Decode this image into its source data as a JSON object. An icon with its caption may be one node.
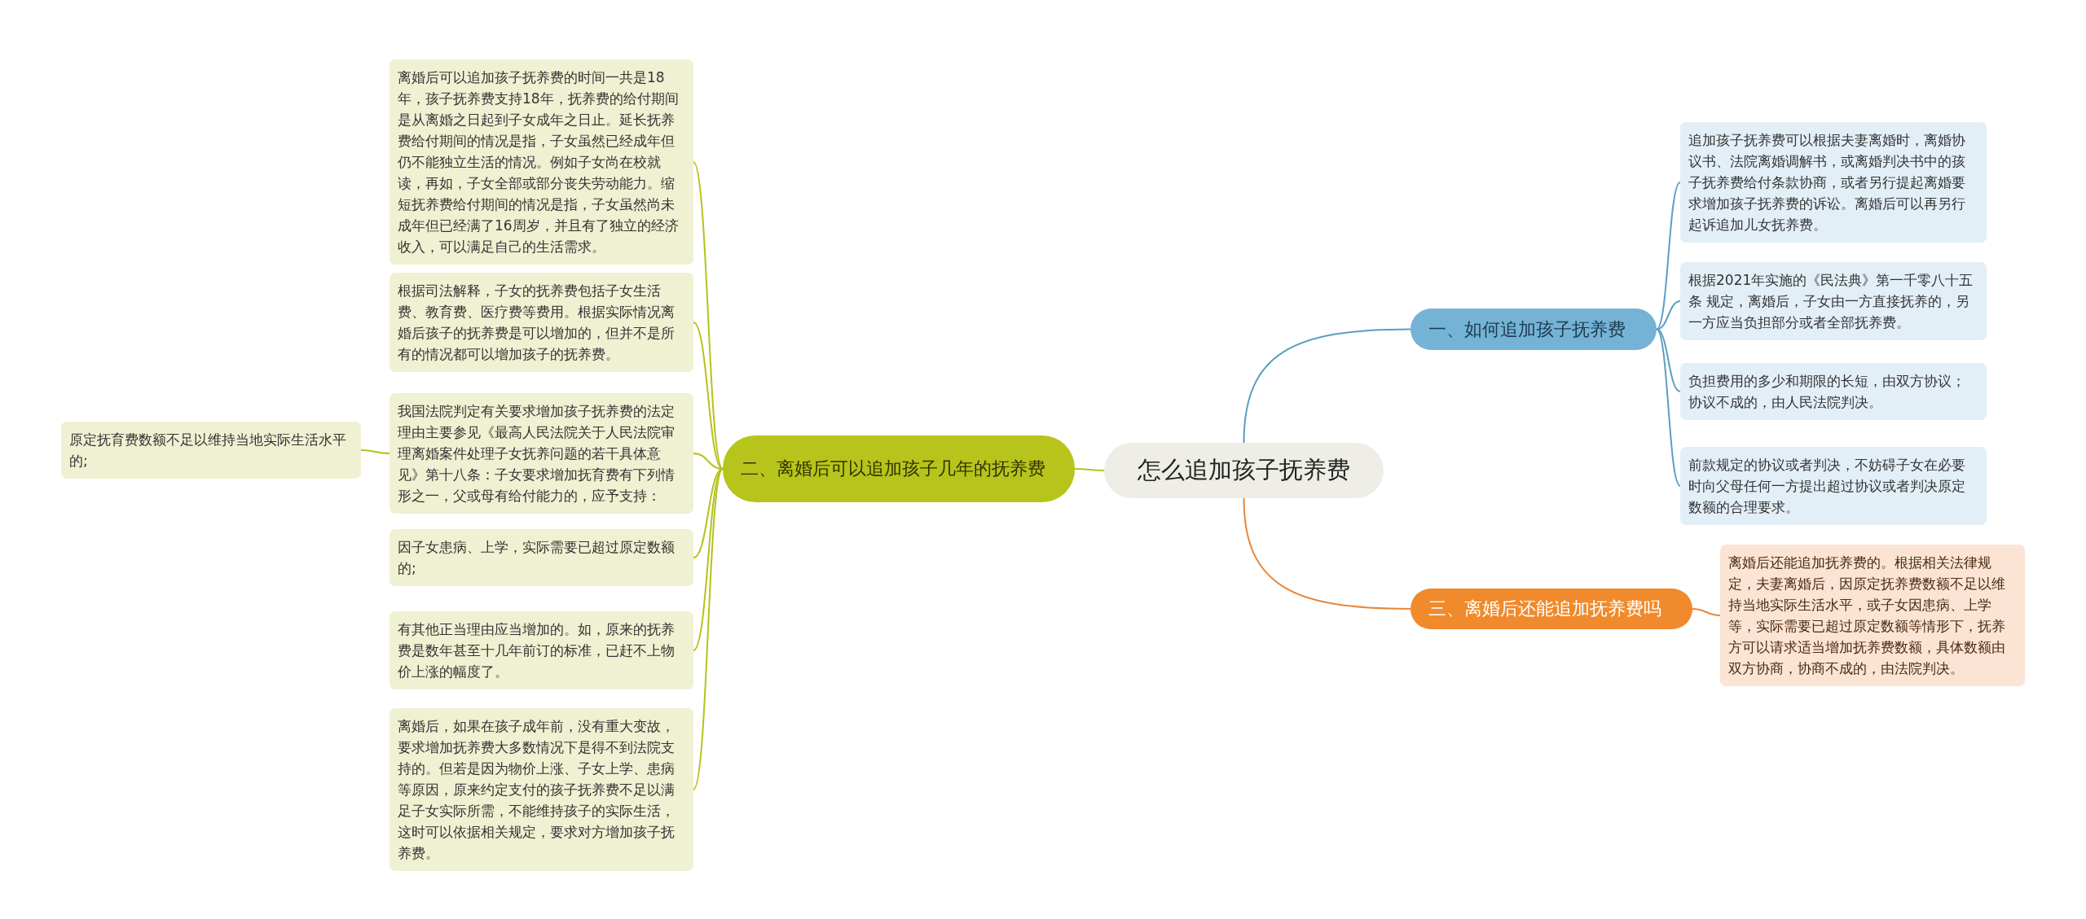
{
  "diagram": {
    "nodes": [
      {
        "text": [
          "怎么追加孩子抚养费"
        ]
      },
      {
        "text": [
          "一、如何追加孩子抚养费"
        ]
      },
      {
        "text": [
          "追加孩子抚养费可以根据夫妻离婚时，离婚协议书、法院离婚调解书，或离婚判决书中的孩子抚养费给付条款协商，或者另行提起离婚要求增加孩子抚养费的诉讼。离婚后可以再另行起诉追加儿女抚养费。"
        ]
      },
      {
        "text": [
          "根据2021年实施的《民法典》第一千零八十五条 规定，离婚后，子女由一方直接抚养的，另一方应当负担部分或者全部抚养费。"
        ]
      },
      {
        "text": [
          "负担费用的多少和期限的长短，由双方协议；协议不成的，由人民法院判决。"
        ]
      },
      {
        "text": [
          "前款规定的协议或者判决，不妨碍子女在必要时向父母任何一方提出超过协议或者判决原定数额的合理要求。"
        ]
      },
      {
        "text": [
          "三、离婚后还能追加抚养费吗"
        ]
      },
      {
        "text": [
          "离婚后还能追加抚养费的。根据相关法律规定，夫妻离婚后，因原定抚养费数额不足以维持当地实际生活水平，或子女因患病、上学等，实际需要已超过原定数额等情形下，抚养方可以请求适当增加抚养费数额，具体数额由双方协商，协商不成的，由法院判决。"
        ]
      },
      {
        "text": [
          "二、离婚后可以追加孩子几年的抚养费"
        ]
      },
      {
        "text": [
          "离婚后可以追加孩子抚养费的时间一共是18年，孩子抚养费支持18年，抚养费的给付期间是从离婚之日起到子女成年之日止。延长抚养费给付期间的情况是指，子女虽然已经成年但仍不能独立生活的情况。例如子女尚在校就读，再如，子女全部或部分丧失劳动能力。缩短抚养费给付期间的情况是指，子女虽然尚未成年但已经满了16周岁，并且有了独立的经济收入，可以满足自己的生活需求。"
        ]
      },
      {
        "text": [
          "根据司法解释，子女的抚养费包括子女生活费、教育费、医疗费等费用。根据实际情况离婚后孩子的抚养费是可以增加的，但并不是所有的情况都可以增加孩子的抚养费。"
        ]
      },
      {
        "text": [
          "我国法院判定有关要求增加孩子抚养费的法定理由主要参见《最高人民法院关于人民法院审理离婚案件处理子女抚养问题的若干具体意见》第十八条：子女要求增加抚育费有下列情形之一，父或母有给付能力的，应予支持："
        ]
      },
      {
        "text": [
          "因子女患病、上学，实际需要已超过原定数额的;"
        ]
      },
      {
        "text": [
          "有其他正当理由应当增加的。如，原来的抚养费是数年甚至十几年前订的标准，已赶不上物价上涨的幅度了。"
        ]
      },
      {
        "text": [
          "离婚后，如果在孩子成年前，没有重大变故，要求增加抚养费大多数情况下是得不到法院支持的。但若是因为物价上涨、子女上学、患病等原因，原来约定支付的孩子抚养费不足以满足子女实际所需，不能维持孩子的实际生活，这时可以依据相关规定，要求对方增加孩子抚养费。"
        ]
      },
      {
        "text": [
          "原定抚育费数额不足以维持当地实际生活水平的;"
        ]
      }
    ],
    "edges": [
      {
        "from": 0,
        "to": 1,
        "arrow": "none",
        "color": "#5b9fc2"
      },
      {
        "from": 1,
        "to": 2,
        "arrow": "none",
        "color": "#5b9fc2"
      },
      {
        "from": 1,
        "to": 3,
        "arrow": "none",
        "color": "#5b9fc2"
      },
      {
        "from": 1,
        "to": 4,
        "arrow": "none",
        "color": "#5b9fc2"
      },
      {
        "from": 1,
        "to": 5,
        "arrow": "none",
        "color": "#5b9fc2"
      },
      {
        "from": 0,
        "to": 6,
        "arrow": "none",
        "color": "#e8873a"
      },
      {
        "from": 6,
        "to": 7,
        "arrow": "none",
        "color": "#e8873a"
      },
      {
        "from": 0,
        "to": 8,
        "arrow": "none"
      },
      {
        "from": 8,
        "to": 9,
        "arrow": "none"
      },
      {
        "from": 8,
        "to": 10,
        "arrow": "none"
      },
      {
        "from": 8,
        "to": 11,
        "arrow": "none"
      },
      {
        "from": 8,
        "to": 12,
        "arrow": "none"
      },
      {
        "from": 8,
        "to": 13,
        "arrow": "none"
      },
      {
        "from": 8,
        "to": 14,
        "arrow": "none"
      },
      {
        "from": 11,
        "to": 15,
        "arrow": "none"
      }
    ]
  }
}
